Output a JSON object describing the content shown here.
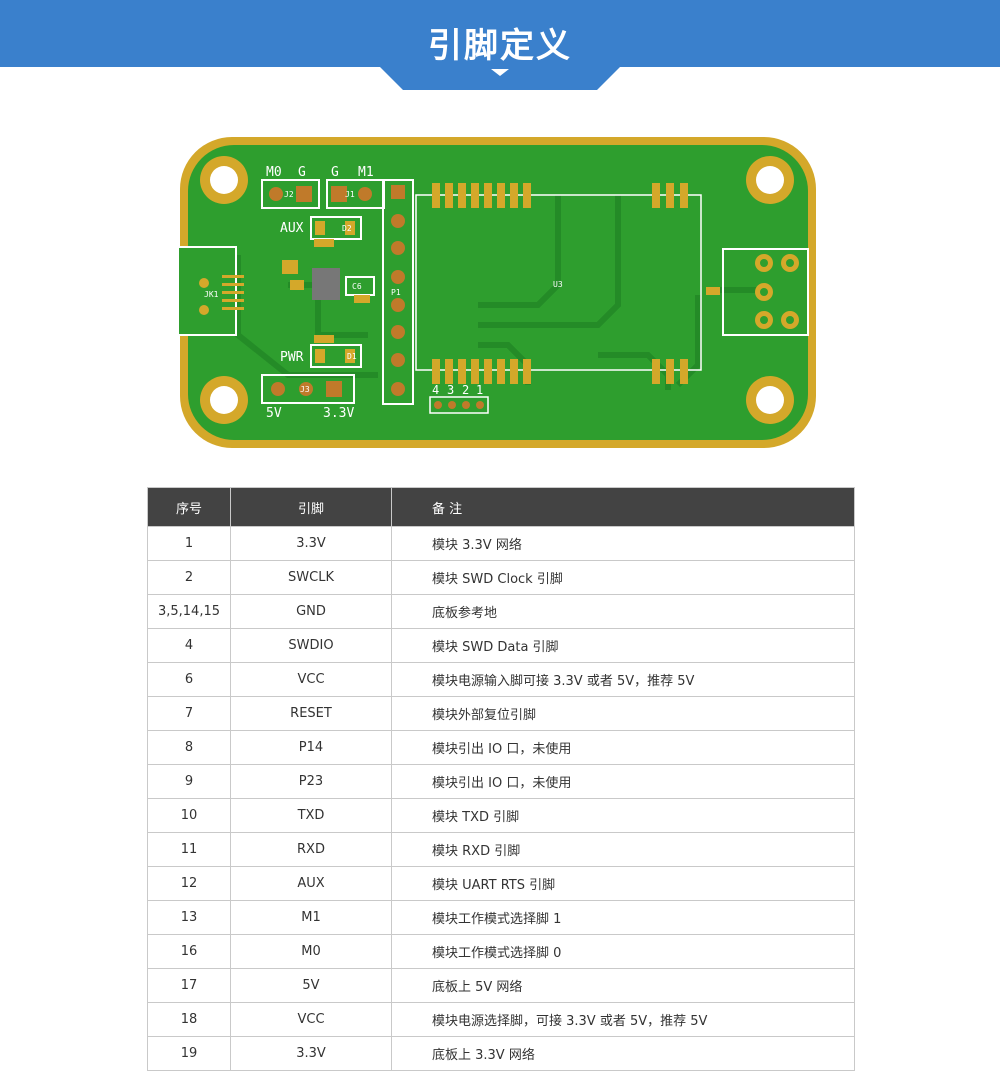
{
  "header": {
    "title": "引脚定义",
    "bg_color": "#3a80cc"
  },
  "board": {
    "labels": {
      "m0": "M0",
      "g1": "G",
      "g2": "G",
      "m1": "M1",
      "j2": "J2",
      "j1": "J1",
      "aux": "AUX",
      "d2": "D2",
      "jk1": "JK1",
      "c6": "C6",
      "p1": "P1",
      "u3": "U3",
      "pwr": "PWR",
      "d1": "D1",
      "j3": "J3",
      "v5": "5V",
      "v33": "3.3V",
      "n4": "4",
      "n3": "3",
      "n2": "2",
      "n1": "1"
    },
    "colors": {
      "pcb": "#2e9e2e",
      "pcb_dark": "#1f7f22",
      "gold": "#d4a82a",
      "silk": "#ffffff"
    }
  },
  "table": {
    "headers": [
      "序号",
      "引脚",
      "备 注"
    ],
    "rows": [
      [
        "1",
        "3.3V",
        "模块 3.3V 网络"
      ],
      [
        "2",
        "SWCLK",
        "模块 SWD Clock 引脚"
      ],
      [
        "3,5,14,15",
        "GND",
        "底板参考地"
      ],
      [
        "4",
        "SWDIO",
        "模块 SWD Data 引脚"
      ],
      [
        "6",
        "VCC",
        "模块电源输入脚可接 3.3V 或者 5V，推荐 5V"
      ],
      [
        "7",
        "RESET",
        "模块外部复位引脚"
      ],
      [
        "8",
        "P14",
        "模块引出 IO 口，未使用"
      ],
      [
        "9",
        "P23",
        "模块引出 IO 口，未使用"
      ],
      [
        "10",
        "TXD",
        "模块 TXD 引脚"
      ],
      [
        "11",
        "RXD",
        "模块 RXD 引脚"
      ],
      [
        "12",
        "AUX",
        "模块 UART RTS 引脚"
      ],
      [
        "13",
        "M1",
        "模块工作模式选择脚 1"
      ],
      [
        "16",
        "M0",
        "模块工作模式选择脚 0"
      ],
      [
        "17",
        "5V",
        "底板上 5V 网络"
      ],
      [
        "18",
        "VCC",
        "模块电源选择脚，可接 3.3V 或者 5V，推荐 5V"
      ],
      [
        "19",
        "3.3V",
        "底板上 3.3V 网络"
      ]
    ]
  }
}
